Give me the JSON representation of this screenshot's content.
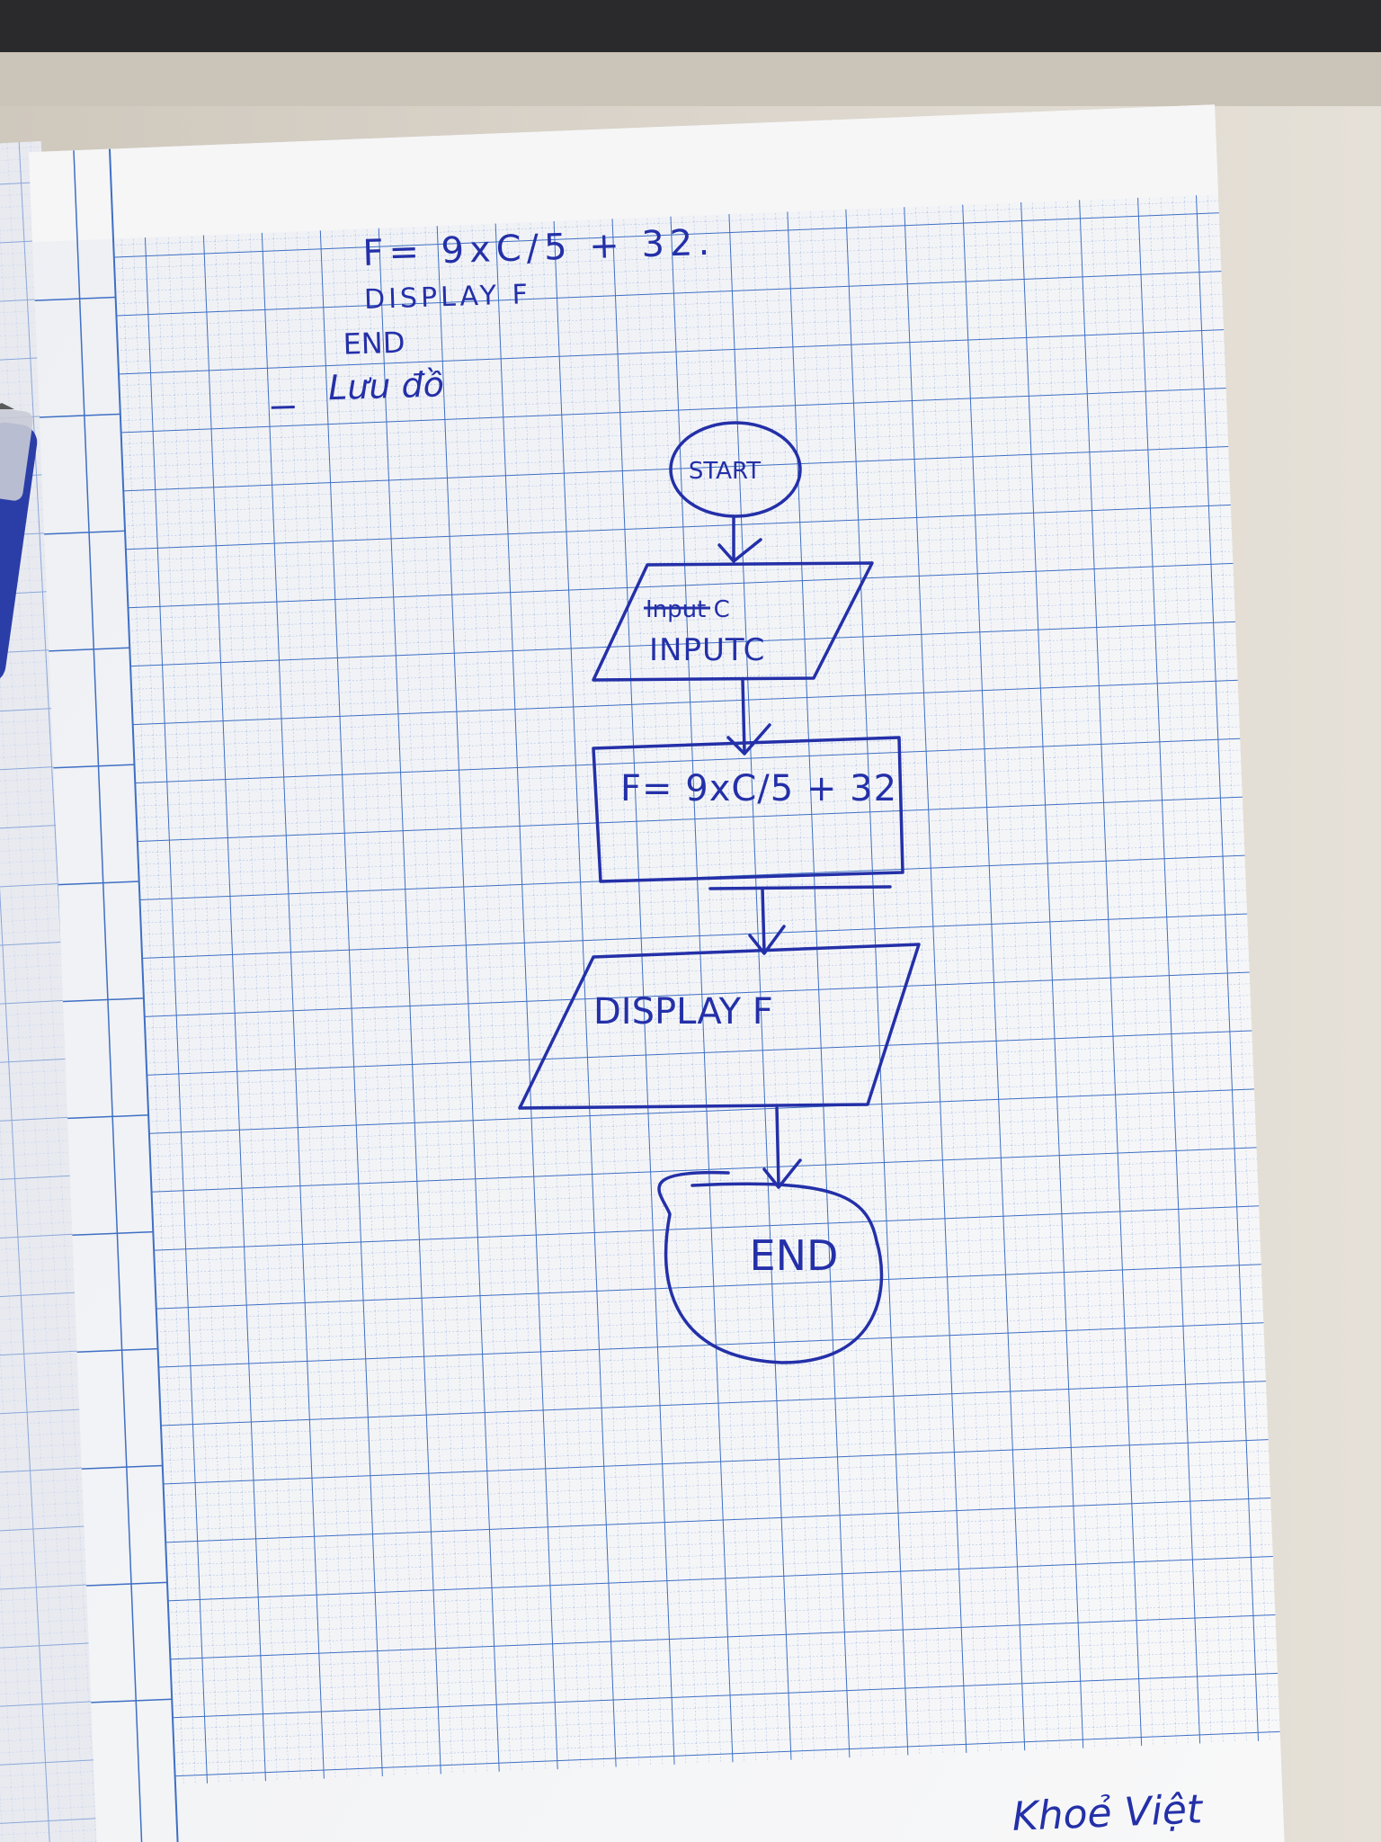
{
  "notes": {
    "line1": "F= 9xC/5 + 32.",
    "line2": "DISPLAY F",
    "line3": "END",
    "line4": "Lưu đồ"
  },
  "flowchart": {
    "start": "START",
    "input_struck": "Input C",
    "input": "INPUTC",
    "process": "F= 9xC/5 + 32",
    "output": "DISPLAY F",
    "end": "END"
  },
  "footer_text": "Khoẻ Việt",
  "colors": {
    "ink": "#2430a8",
    "grid_major": "#3f6fc4",
    "grid_minor": "#a9bde6",
    "paper": "#f6f6f7",
    "background_top": "#2a2a2c",
    "desk": "#d8d2c8",
    "pen_body": "#2b3ea8"
  }
}
